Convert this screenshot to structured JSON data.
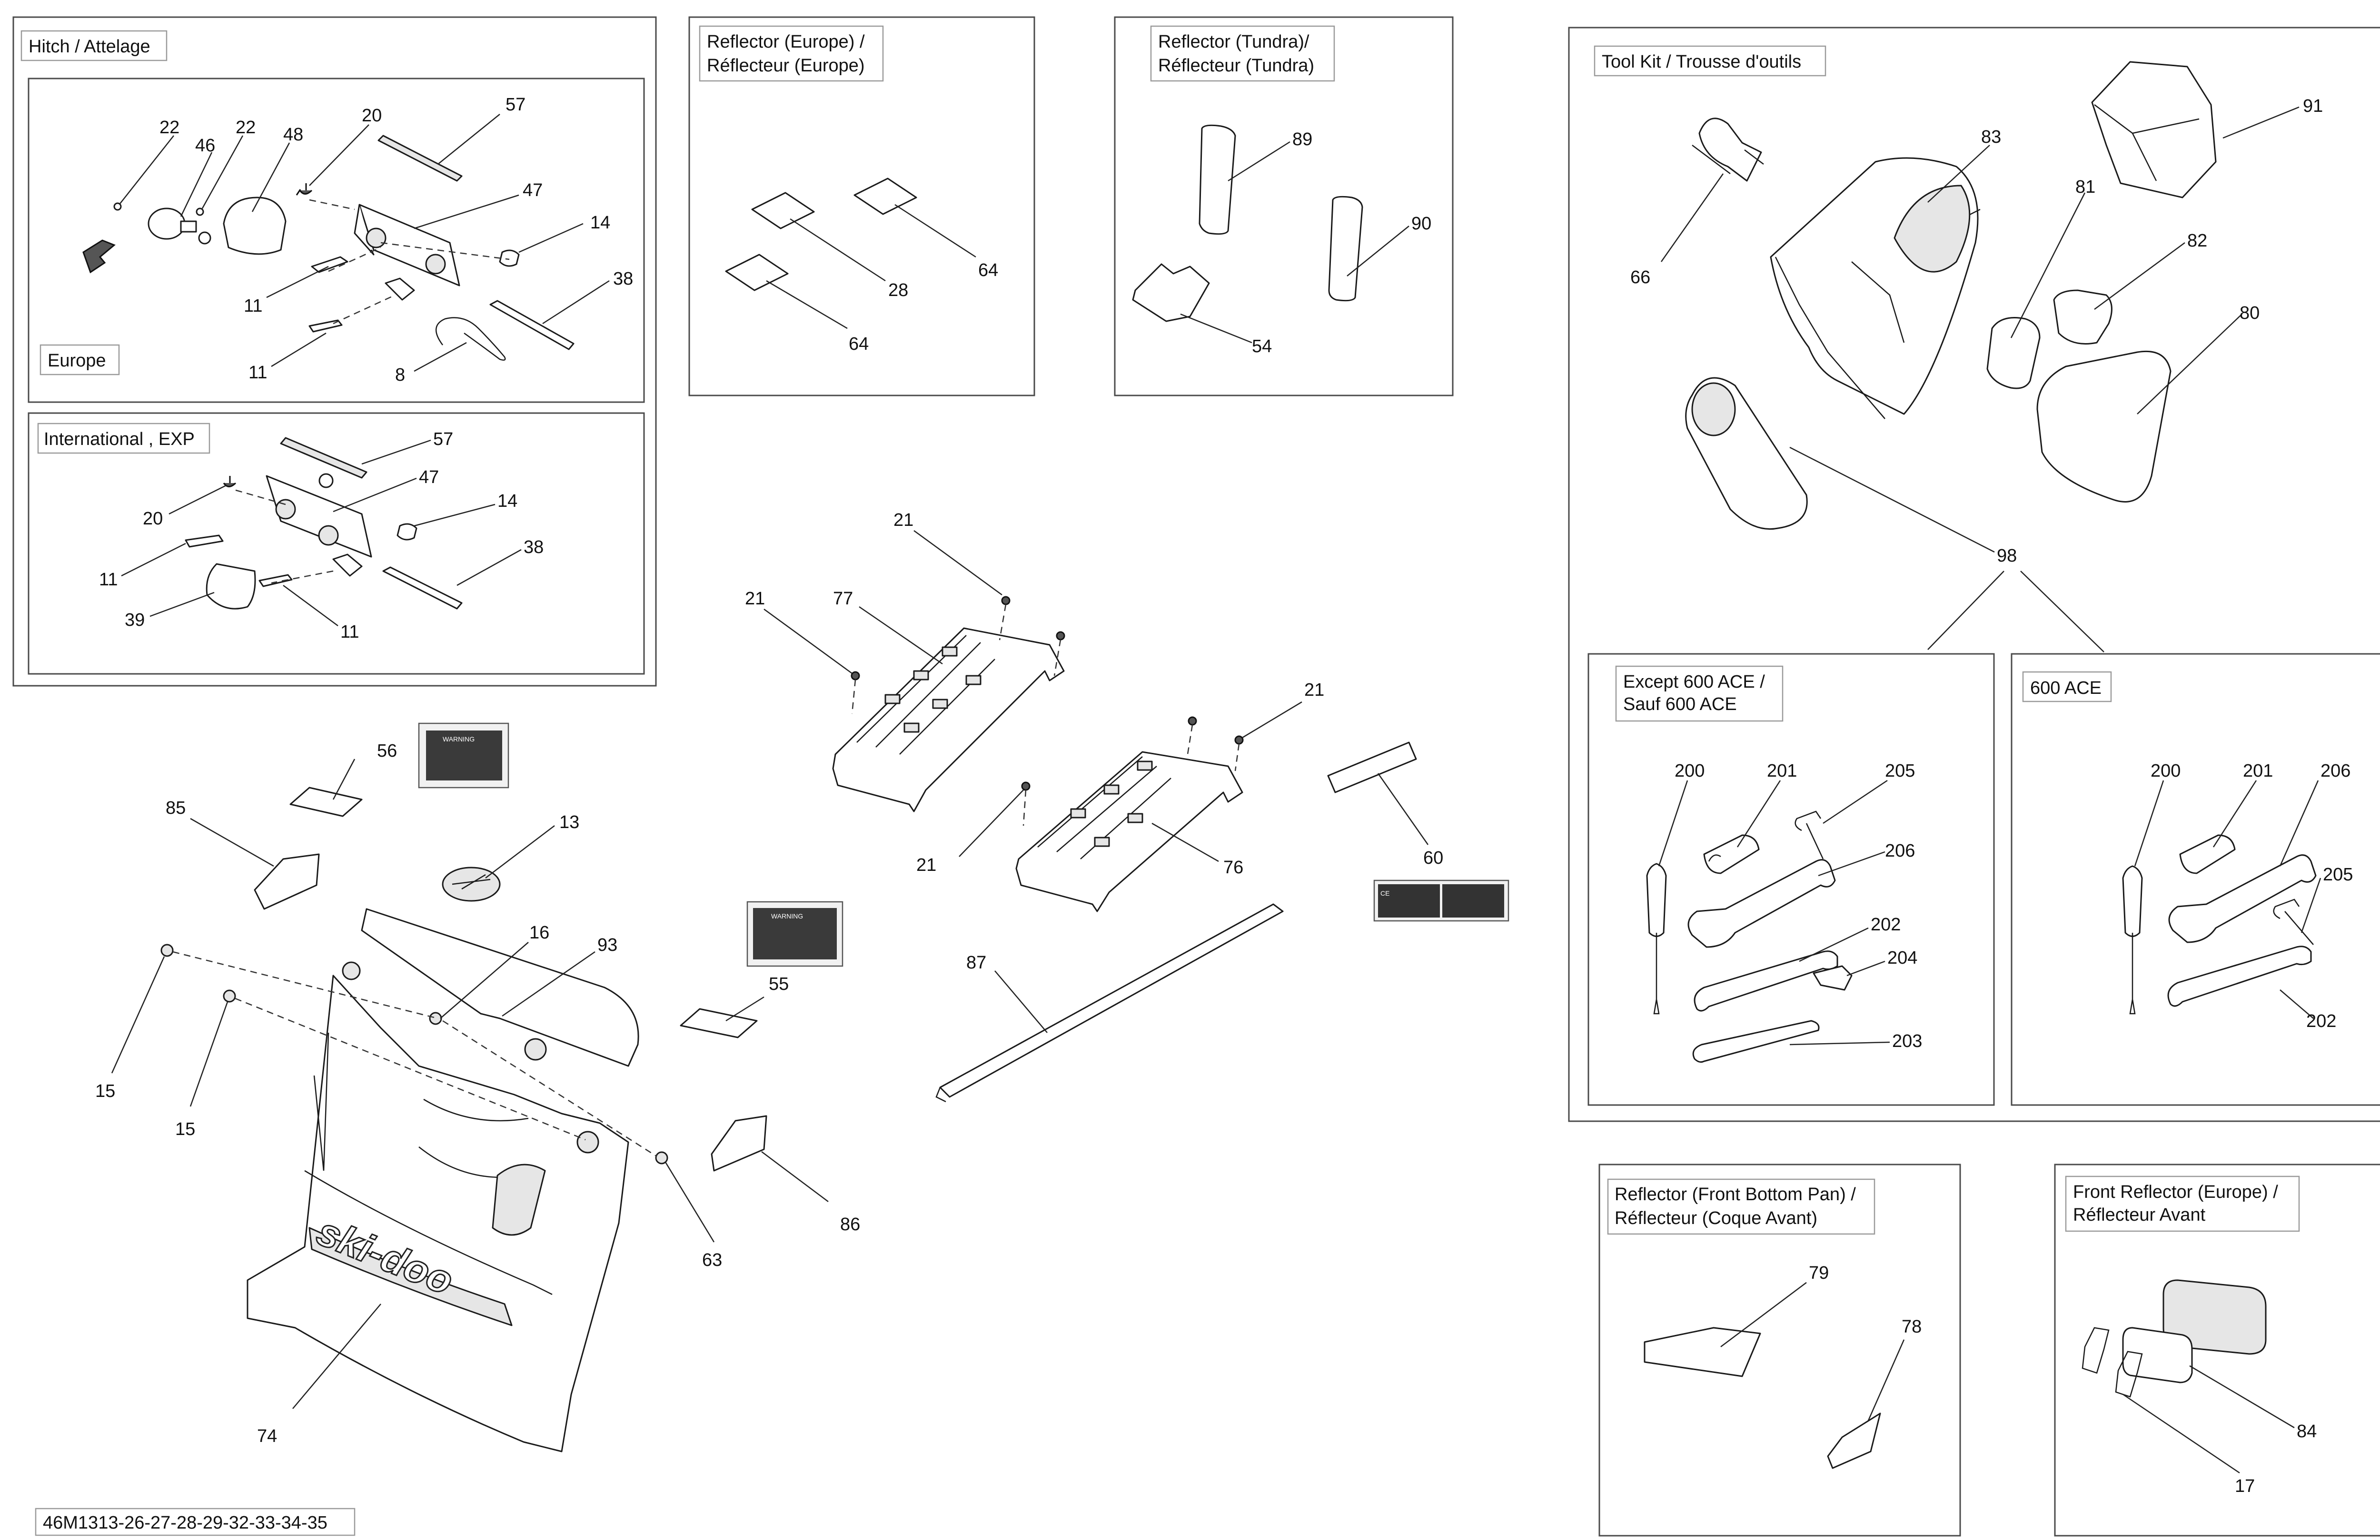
{
  "groups": {
    "hitch": "Hitch / Attelage",
    "europe": "Europe",
    "international": "International , EXP",
    "reflector_europe_1": "Reflector (Europe) /",
    "reflector_europe_2": "Réflecteur (Europe)",
    "reflector_tundra_1": "Reflector (Tundra)/",
    "reflector_tundra_2": "Réflecteur (Tundra)",
    "tool_kit": "Tool Kit / Trousse d'outils",
    "except_600_1": "Except 600 ACE /",
    "except_600_2": "Sauf 600 ACE",
    "ace_600": "600 ACE",
    "front_bottom_1": "Reflector (Front Bottom Pan) /",
    "front_bottom_2": "Réflecteur (Coque Avant)",
    "front_europe_1": "Front Reflector (Europe) /",
    "front_europe_2": "Réflecteur Avant"
  },
  "labels": {
    "warning": "WARNING",
    "ce": "CE",
    "logo": "ski-doo"
  },
  "drawing_number": "46M1313-26-27-28-29-32-33-34-35",
  "callouts": {
    "eu_22a": "22",
    "eu_46": "46",
    "eu_22b": "22",
    "eu_48": "48",
    "eu_20": "20",
    "eu_57": "57",
    "eu_47": "47",
    "eu_14": "14",
    "eu_38": "38",
    "eu_11a": "11",
    "eu_11b": "11",
    "eu_8": "8",
    "in_57": "57",
    "in_47": "47",
    "in_20": "20",
    "in_14": "14",
    "in_38": "38",
    "in_11a": "11",
    "in_39": "39",
    "in_11b": "11",
    "re_28": "28",
    "re_64a": "64",
    "re_64b": "64",
    "rt_89": "89",
    "rt_90": "90",
    "rt_54": "54",
    "tk_83": "83",
    "tk_91": "91",
    "tk_66": "66",
    "tk_81": "81",
    "tk_82": "82",
    "tk_80": "80",
    "tk_98": "98",
    "ex_200": "200",
    "ex_201": "201",
    "ex_205": "205",
    "ex_206": "206",
    "ex_202": "202",
    "ex_204": "204",
    "ex_203": "203",
    "ac_200": "200",
    "ac_201": "201",
    "ac_206": "206",
    "ac_205": "205",
    "ac_202": "202",
    "mb_21a": "21",
    "mb_77": "77",
    "mb_21b": "21",
    "mb_21c": "21",
    "mb_21d": "21",
    "mb_76": "76",
    "mb_60": "60",
    "mb_87": "87",
    "ml_56": "56",
    "ml_85": "85",
    "ml_13": "13",
    "ml_16": "16",
    "ml_93": "93",
    "ml_55": "55",
    "ml_15a": "15",
    "ml_15b": "15",
    "ml_63": "63",
    "ml_86": "86",
    "ml_74": "74",
    "fb_79": "79",
    "fb_78": "78",
    "fe_84": "84",
    "fe_17": "17"
  }
}
